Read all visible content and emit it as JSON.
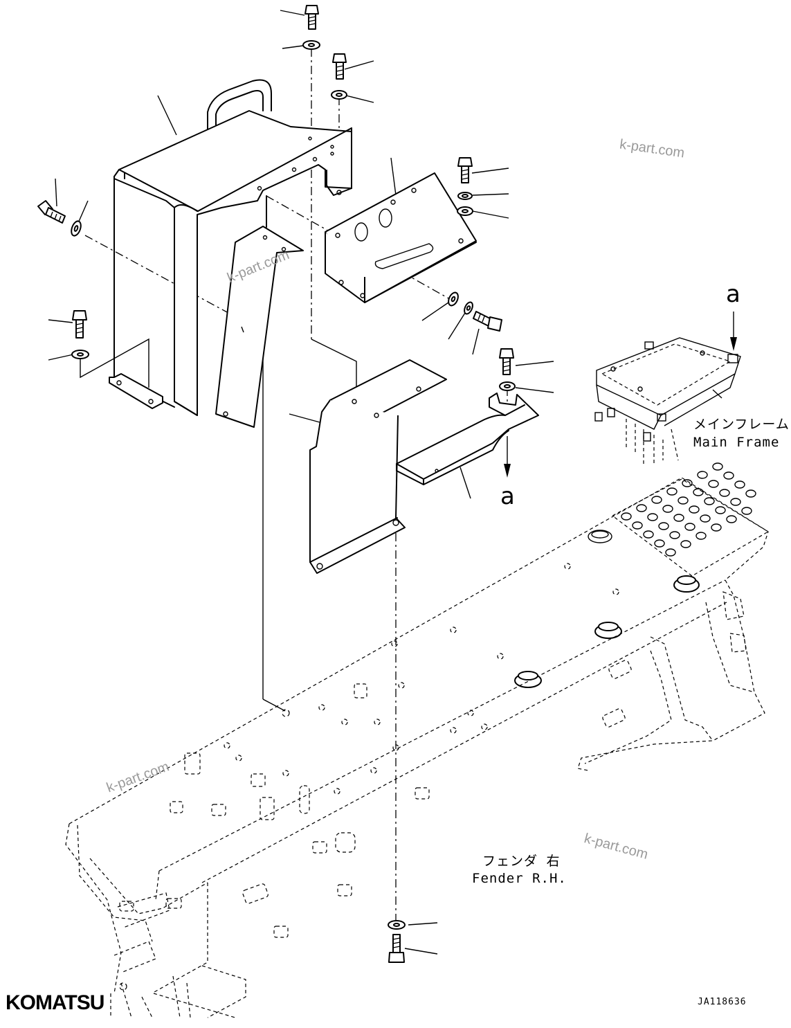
{
  "labels": {
    "main_frame_jp": "メインフレーム",
    "main_frame_en": "Main Frame",
    "fender_jp": "フェンダ 右",
    "fender_en": "Fender R.H.",
    "ref_a": "a",
    "drawing_code": "JA118636"
  },
  "watermarks": [
    "k-part.com",
    "k-part.com",
    "k-part.com",
    "k-part.com"
  ],
  "brand": {
    "logo": "KOMATSU"
  }
}
